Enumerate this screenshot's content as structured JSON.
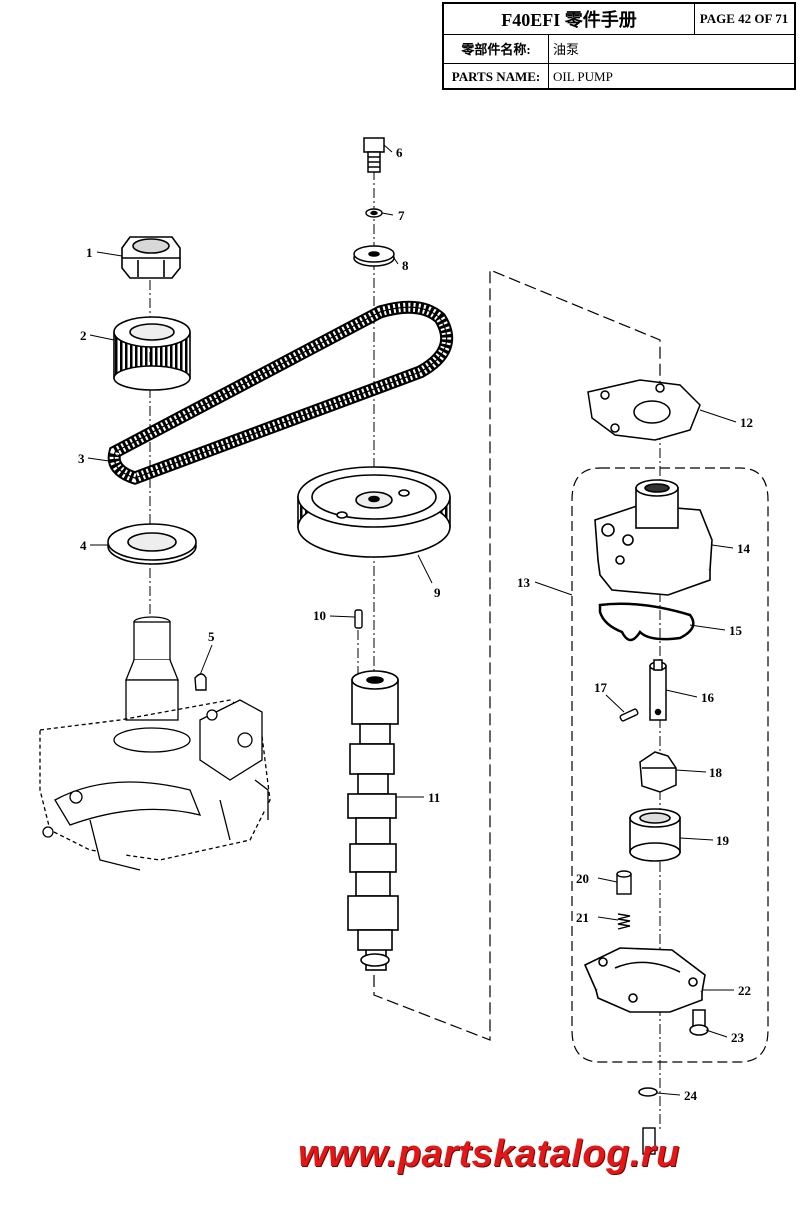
{
  "title_block": {
    "manual_title": "F40EFI 零件手册",
    "page_label": "PAGE 42 OF 71",
    "part_name_cn_label": "零部件名称:",
    "part_name_cn_value": "油泵",
    "part_name_en_label": "PARTS NAME:",
    "part_name_en_value": "OIL PUMP"
  },
  "callouts": {
    "n1": "1",
    "n2": "2",
    "n3": "3",
    "n4": "4",
    "n5": "5",
    "n6": "6",
    "n7": "7",
    "n8": "8",
    "n9": "9",
    "n10": "10",
    "n11": "11",
    "n12": "12",
    "n13": "13",
    "n14": "14",
    "n15": "15",
    "n16": "16",
    "n17": "17",
    "n18": "18",
    "n19": "19",
    "n20": "20",
    "n21": "21",
    "n22": "22",
    "n23": "23",
    "n24": "24"
  },
  "watermark": "www.partskatalog.ru"
}
